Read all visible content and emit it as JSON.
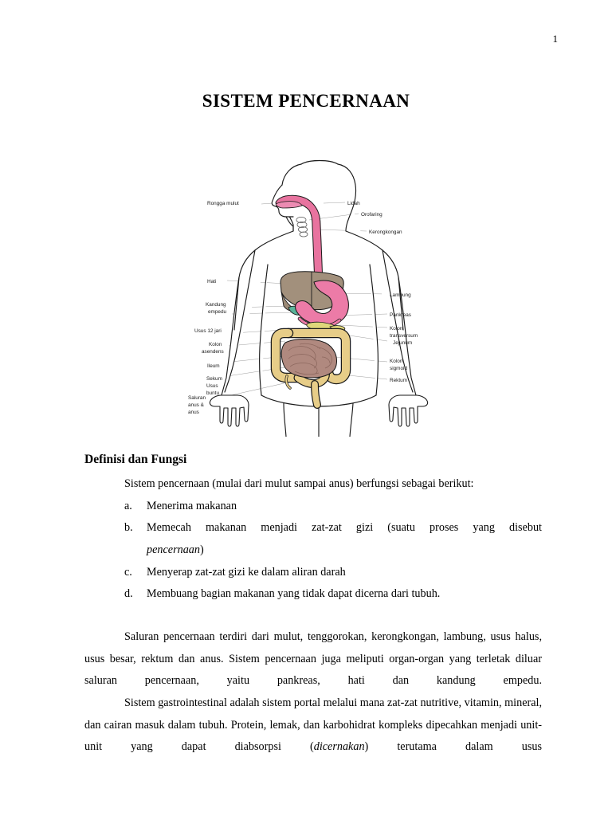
{
  "page": {
    "number": "1",
    "title": "SISTEM PENCERNAAN"
  },
  "figure": {
    "name": "digestive-system-diagram",
    "colors": {
      "outline": "#1a1a1a",
      "esophagus_pink": "#e8739f",
      "stomach_pink": "#ec7ba7",
      "liver_taupe": "#a2907c",
      "gallbladder_teal": "#5bb39a",
      "colon_tan": "#e7cd88",
      "small_intestine_mauve": "#b0897f",
      "pancreas_yellow": "#dfd77a",
      "leader_line": "#9a9a9a",
      "skin_fill": "#ffffff"
    },
    "labels_left": [
      {
        "id": "rongga-mulut",
        "text": "Rongga mulut"
      },
      {
        "id": "hati",
        "text": "Hati"
      },
      {
        "id": "kandung-empedu",
        "line1": "Kandung",
        "line2": "empedu"
      },
      {
        "id": "usus-12-jari",
        "text": "Usus 12 jari"
      },
      {
        "id": "kolon-asendens",
        "line1": "Kolon",
        "line2": "asendens"
      },
      {
        "id": "ileum",
        "text": "Ileum"
      },
      {
        "id": "sekum-usus-buntu",
        "line1": "Sekum",
        "line2": "Usus",
        "line3": "buntu"
      },
      {
        "id": "saluran-anus",
        "line1": "Saluran",
        "line2": "anus &",
        "line3": "anus"
      }
    ],
    "labels_right": [
      {
        "id": "lidah",
        "text": "Lidah"
      },
      {
        "id": "orofaring",
        "text": "Orofaring"
      },
      {
        "id": "kerongkongan",
        "text": "Kerongkongan"
      },
      {
        "id": "lambung",
        "text": "Lambung"
      },
      {
        "id": "pankreas",
        "text": "Pankreas"
      },
      {
        "id": "kolon-transversum",
        "line1": "Kolon",
        "line2": "transversum"
      },
      {
        "id": "jejunum",
        "text": "Jejunum"
      },
      {
        "id": "kolon-sigmoid",
        "line1": "Kolon",
        "line2": "sigmoid"
      },
      {
        "id": "rektum",
        "text": "Rektum"
      }
    ]
  },
  "section": {
    "heading": "Definisi dan Fungsi",
    "intro": "Sistem pencernaan (mulai dari mulut sampai anus) berfungsi sebagai berikut:",
    "list": [
      {
        "marker": "a.",
        "text": "Menerima makanan"
      },
      {
        "marker": "b.",
        "text_line1": "Memecah makanan menjadi zat-zat gizi (suatu proses yang disebut",
        "text_italic": "pencernaan",
        "text_after": ")"
      },
      {
        "marker": "c.",
        "text": "Menyerap zat-zat gizi ke dalam aliran darah"
      },
      {
        "marker": "d.",
        "text": "Membuang bagian makanan yang tidak dapat dicerna dari tubuh."
      }
    ],
    "paragraphs": [
      {
        "id": "paragraph-saluran",
        "text": "Saluran pencernaan terdiri dari mulut, tenggorokan, kerongkongan, lambung,  usus halus, usus besar, rektum dan anus.  Sistem pencernaan juga meliputi organ-organ yang terletak diluar saluran pencernaan, yaitu pankreas, hati dan kandung empedu."
      },
      {
        "id": "paragraph-gastrointestinal",
        "part1": "Sistem gastrointestinal adalah sistem portal melalui mana zat-zat nutritive, vitamin, mineral, dan cairan masuk dalam tubuh.  Protein, lemak, dan karbohidrat kompleks dipecahkan menjadi unit-unit yang dapat diabsorpsi (",
        "italic": "dicernakan",
        "part2": ") terutama dalam usus"
      }
    ]
  }
}
